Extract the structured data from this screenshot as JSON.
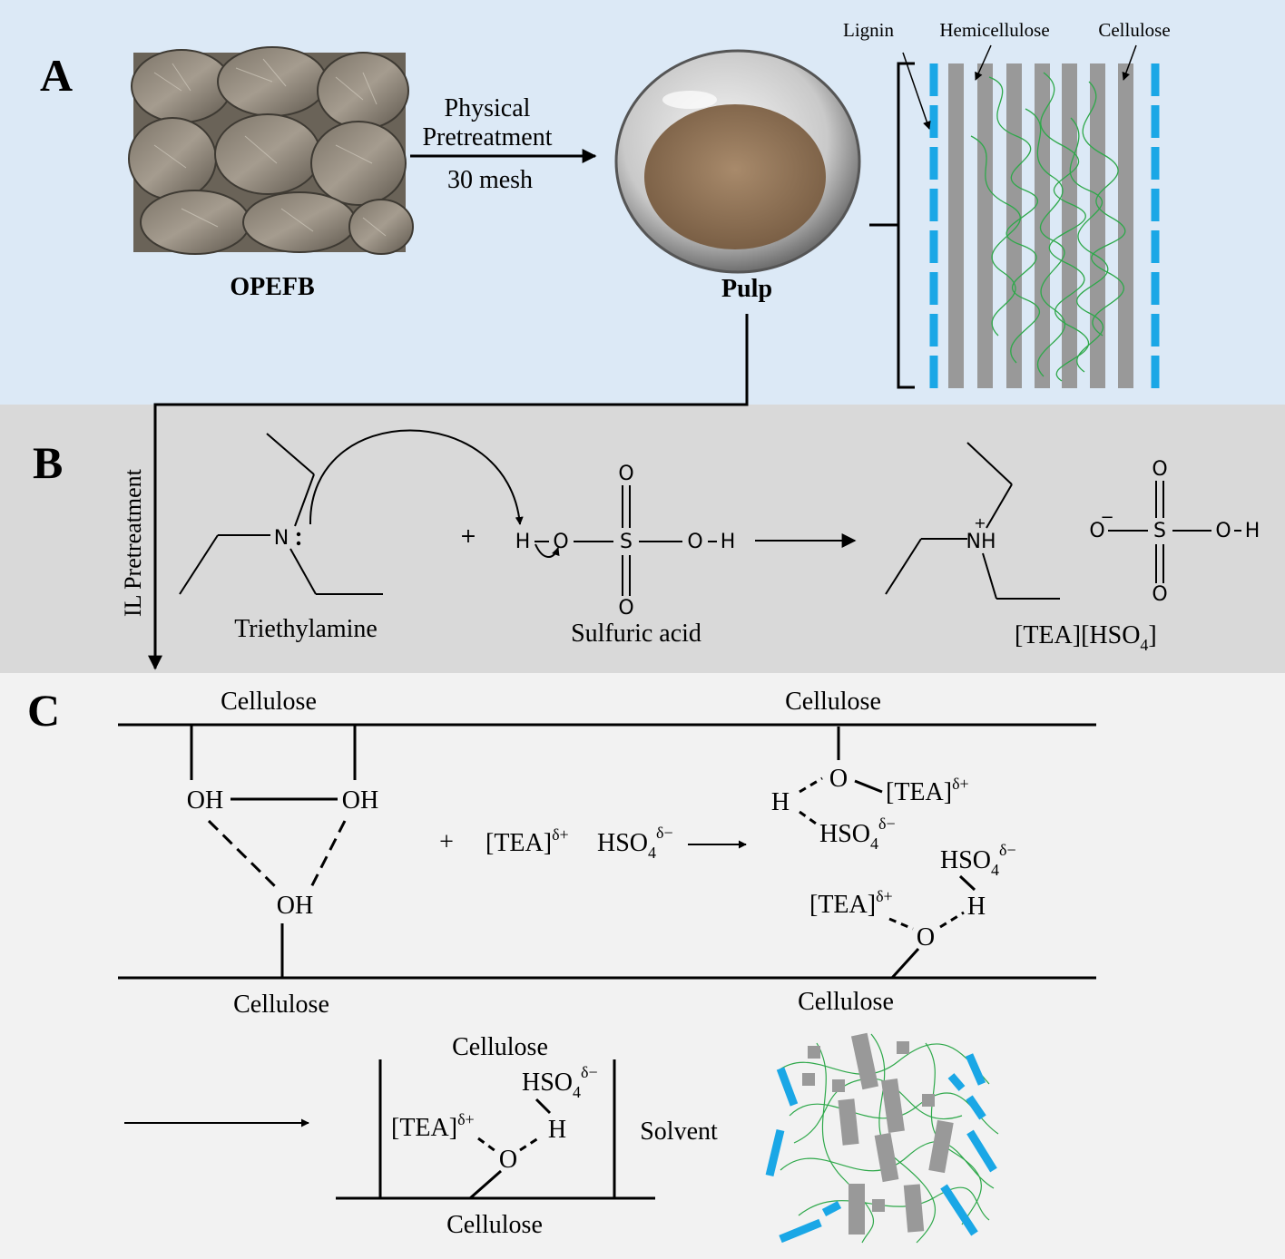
{
  "panel_a": {
    "label": "A",
    "step_label_1": "Physical",
    "step_label_2": "Pretreatment",
    "mesh": "30 mesh",
    "source_name": "OPEFB",
    "product_name": "Pulp",
    "legend_lignin": "Lignin",
    "legend_hemicellulose": "Hemicellulose",
    "legend_cellulose": "Cellulose",
    "colors": {
      "background": "#dce9f6",
      "lignin": "#1aa7e6",
      "cellulose": "#999999",
      "hemicellulose": "#2ea84a"
    }
  },
  "panel_b": {
    "label": "B",
    "il_label": "IL Pretreatment",
    "n_atom": "N",
    "plus": "+",
    "h": "H",
    "o": "O",
    "s": "S",
    "nh": "NH",
    "plus_charge": "+",
    "minus_charge": "−",
    "reactant_1": "Triethylamine",
    "reactant_2": "Sulfuric acid",
    "product_main": "[TEA][HSO",
    "product_sub": "4",
    "product_end": "]",
    "colors": {
      "background": "#d9d9d9"
    }
  },
  "panel_c": {
    "label": "C",
    "cellulose": "Cellulose",
    "oh": "OH",
    "o": "O",
    "h": "H",
    "plus": "+",
    "tea": "[TEA]",
    "delta_plus": "δ+",
    "delta_minus": "δ−",
    "hso": "HSO",
    "sub4": "4",
    "solvent": "Solvent",
    "colors": {
      "background": "#f2f2f2"
    }
  }
}
